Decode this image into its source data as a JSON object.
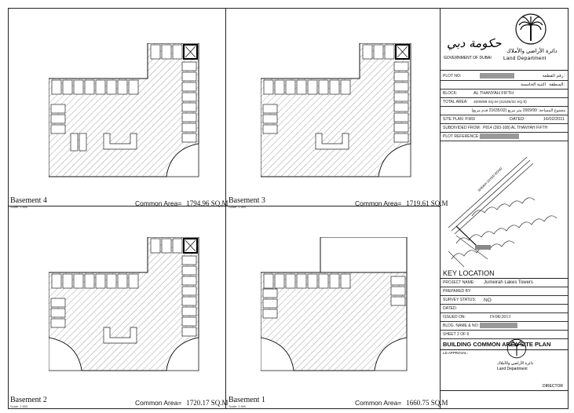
{
  "plans": [
    {
      "name": "Basement 4",
      "scale": "Scale: 1:500",
      "area_label": "Common Area=",
      "area_value": "1794.96 SQ.M"
    },
    {
      "name": "Basement 3",
      "scale": "Scale: 1:500",
      "area_label": "Common Area=",
      "area_value": "1719.61 SQ.M"
    },
    {
      "name": "Basement 2",
      "scale": "Scale: 1:500",
      "area_label": "Common Area=",
      "area_value": "1720.17 SQ.M"
    },
    {
      "name": "Basement 1",
      "scale": "Scale: 1:500",
      "area_label": "Common Area=",
      "area_value": "1660.75 SQ.M"
    }
  ],
  "header": {
    "gov_ar": "حكومة دبي",
    "gov_en": "GOVERNMENT OF DUBAI",
    "dept_ar": "دائرة الأراضي والأملاك",
    "dept_en": "Land Department"
  },
  "fields": {
    "plot_no_label": "PLOT NO:",
    "plot_no_ar": "رقم القطعة:",
    "area_ar_label": "المنطقة:",
    "area_ar_value": "الثنية الخامسة",
    "block_label": "BLOCK:",
    "block_value": "AL THANYAH FIFTH",
    "total_area_label": "TOTAL AREA:",
    "total_area_value": "2009/99 SQ.M (21635/32 SQ.ft)",
    "total_area_ar": "مجموع المساحة: 2009/99 متر مربع (21635/32 قدم مربع)",
    "site_plan_label": "SITE PLAN:",
    "site_plan_value": "P.969",
    "dated_label": "DATED:",
    "dated_value": "16/02/2011",
    "subdivided_label": "SUBDIVIDED FROM:",
    "subdivided_value": "P814 (393-108) AL THANYAH FIFTH",
    "plot_ref_label": "PLOT REFERENCE:"
  },
  "map": {
    "road_label": "SHEIKH ZAYED ROAD"
  },
  "key_location": "KEY LOCATION",
  "project": {
    "project_name_label": "PROJECT NAME:",
    "project_name_value": "Jumeirah Lakes Towers",
    "prepared_by_label": "PREPARED BY:",
    "survey_status_label": "SURVEY STATUS:",
    "survey_status_value": "NO",
    "dated_label": "DATED:",
    "issued_on_label": "ISSUED ON:",
    "issued_on_value": "19/08/2013",
    "bldg_label": "BLDG. NAME & NO:",
    "sheet": "SHEET 2 OF 6"
  },
  "title": "BUILDING COMMON AREA SITE PLAN",
  "approval": {
    "label": "LD APPROVAL:",
    "director": "DIRECTOR"
  }
}
